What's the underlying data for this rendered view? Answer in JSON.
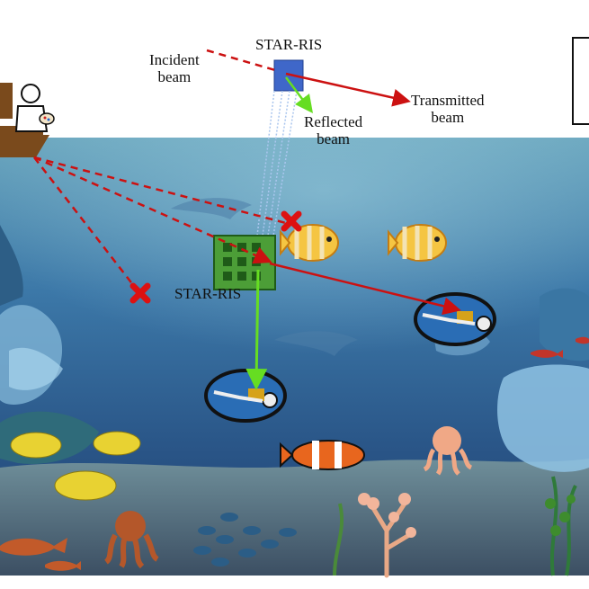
{
  "labels": {
    "star_ris_top": "STAR-RIS",
    "incident": "Incident\nbeam",
    "transmitted": "Transmitted\nbeam",
    "reflected": "Reflected\nbeam",
    "star_ris_underwater": "STAR-RIS"
  },
  "legend": {
    "entries": [
      {
        "style": "dashed",
        "color": "#cc1111"
      },
      {
        "style": "solid",
        "color": "#cc1111"
      },
      {
        "style": "solid",
        "color": "#66dd22"
      }
    ]
  },
  "colors": {
    "incident": "#cc1111",
    "transmitted": "#cc1111",
    "reflected": "#66dd22",
    "ris_panel": "#3f67c9",
    "ris_grid": "#2e7d22",
    "water_top": "#5d9ab5",
    "water_bottom": "#1f3f73"
  },
  "icons": [
    "ship-icon",
    "captain-icon",
    "clownfish-icon",
    "diver-icon",
    "octopus-icon",
    "coral-icon",
    "blocked-x-icon"
  ]
}
